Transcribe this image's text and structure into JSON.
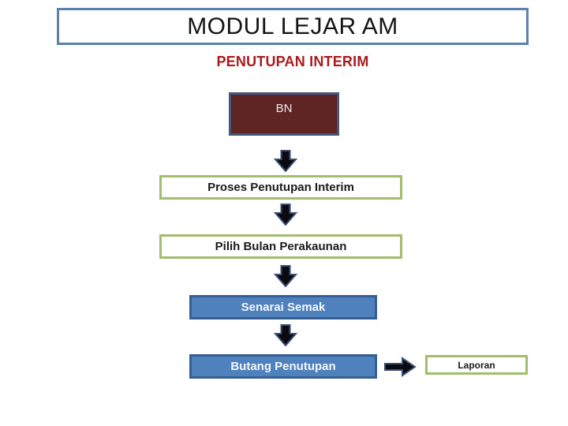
{
  "slide": {
    "title": "MODUL LEJAR AM",
    "subtitle": "PENUTUPAN INTERIM"
  },
  "flowchart": {
    "nodes": {
      "bn": {
        "label": "BN"
      },
      "proses": {
        "label": "Proses Penutupan Interim"
      },
      "pilih": {
        "label": "Pilih Bulan Perakaunan"
      },
      "senarai": {
        "label": "Senarai Semak"
      },
      "butang": {
        "label": "Butang Penutupan"
      },
      "laporan": {
        "label": "Laporan"
      }
    },
    "flow_order": [
      "BN",
      "Proses Penutupan Interim",
      "Pilih Bulan Perakaunan",
      "Senarai Semak",
      "Butang Penutupan",
      "Laporan"
    ]
  },
  "icons": {
    "down_arrow": "arrow-down-icon",
    "right_arrow": "arrow-right-icon"
  },
  "colors": {
    "title_border": "#5b81ad",
    "subtitle_text": "#a91b1e",
    "bn_fill": "#5f2424",
    "bn_border": "#45567a",
    "green_border": "#a3bd6d",
    "blue_fill": "#4f81bd",
    "blue_border": "#365f91",
    "arrow_fill": "#0a0a10",
    "arrow_border": "#3a4f74"
  }
}
